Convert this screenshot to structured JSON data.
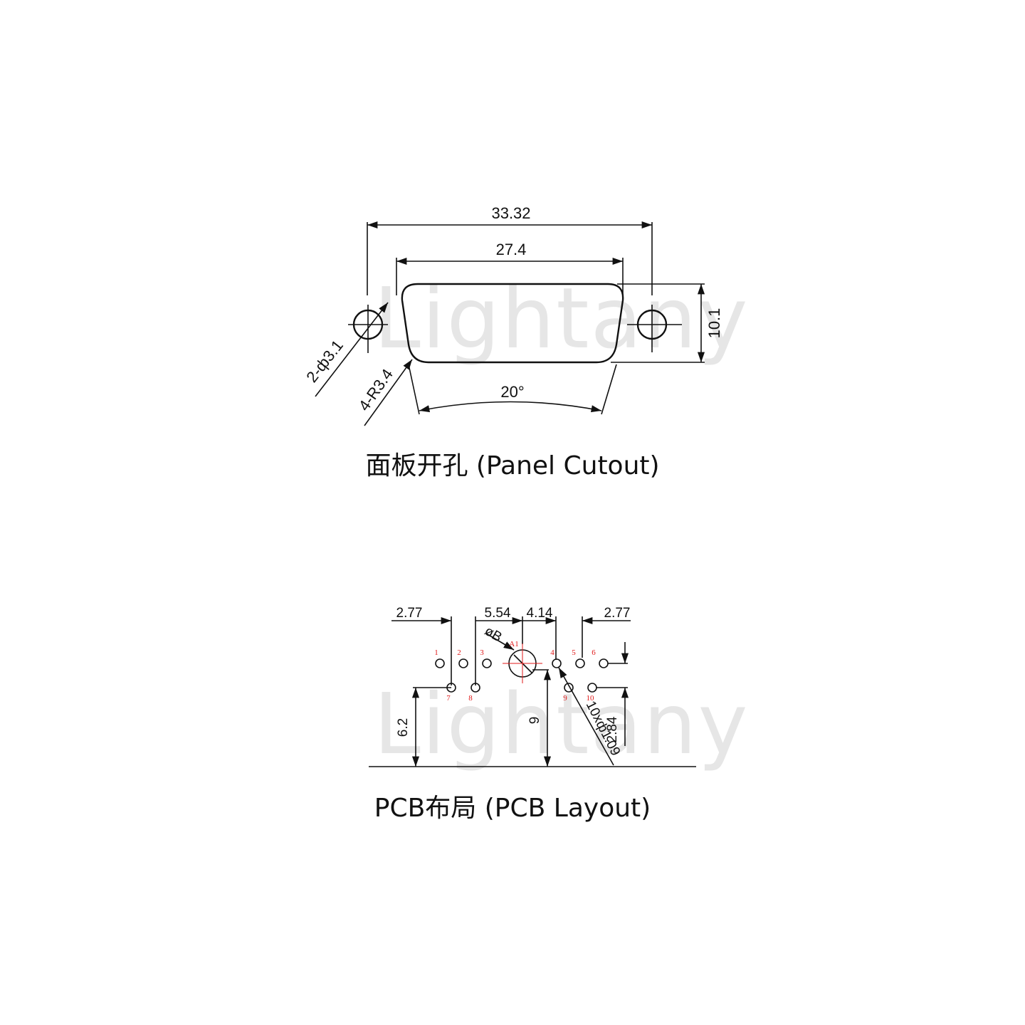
{
  "watermark": "Lightany",
  "panel_cutout": {
    "caption": "面板开孔 (Panel Cutout)",
    "dimensions": {
      "overall_width": "33.32",
      "shell_width": "27.4",
      "height": "10.1",
      "hole_diameter": "2-ф3.1",
      "corner_radius": "4-R3.4",
      "angle": "20°"
    }
  },
  "pcb_layout": {
    "caption": "PCB布局 (PCB Layout)",
    "dimensions": {
      "left_edge": "2.77",
      "left_gap": "5.54",
      "right_gap": "4.14",
      "right_edge": "2.77",
      "big_hole": "øB",
      "row_height": "6.2",
      "center_height": "9",
      "row_pitch": "2.84",
      "hole_spec": "10xф1.09"
    },
    "pins": [
      "1",
      "2",
      "3",
      "4",
      "5",
      "6",
      "7",
      "8",
      "9",
      "10"
    ],
    "coax_label": "A1"
  },
  "colors": {
    "line": "#111111",
    "pin_label": "#e01a1a",
    "watermark": "#e6e6e6"
  }
}
